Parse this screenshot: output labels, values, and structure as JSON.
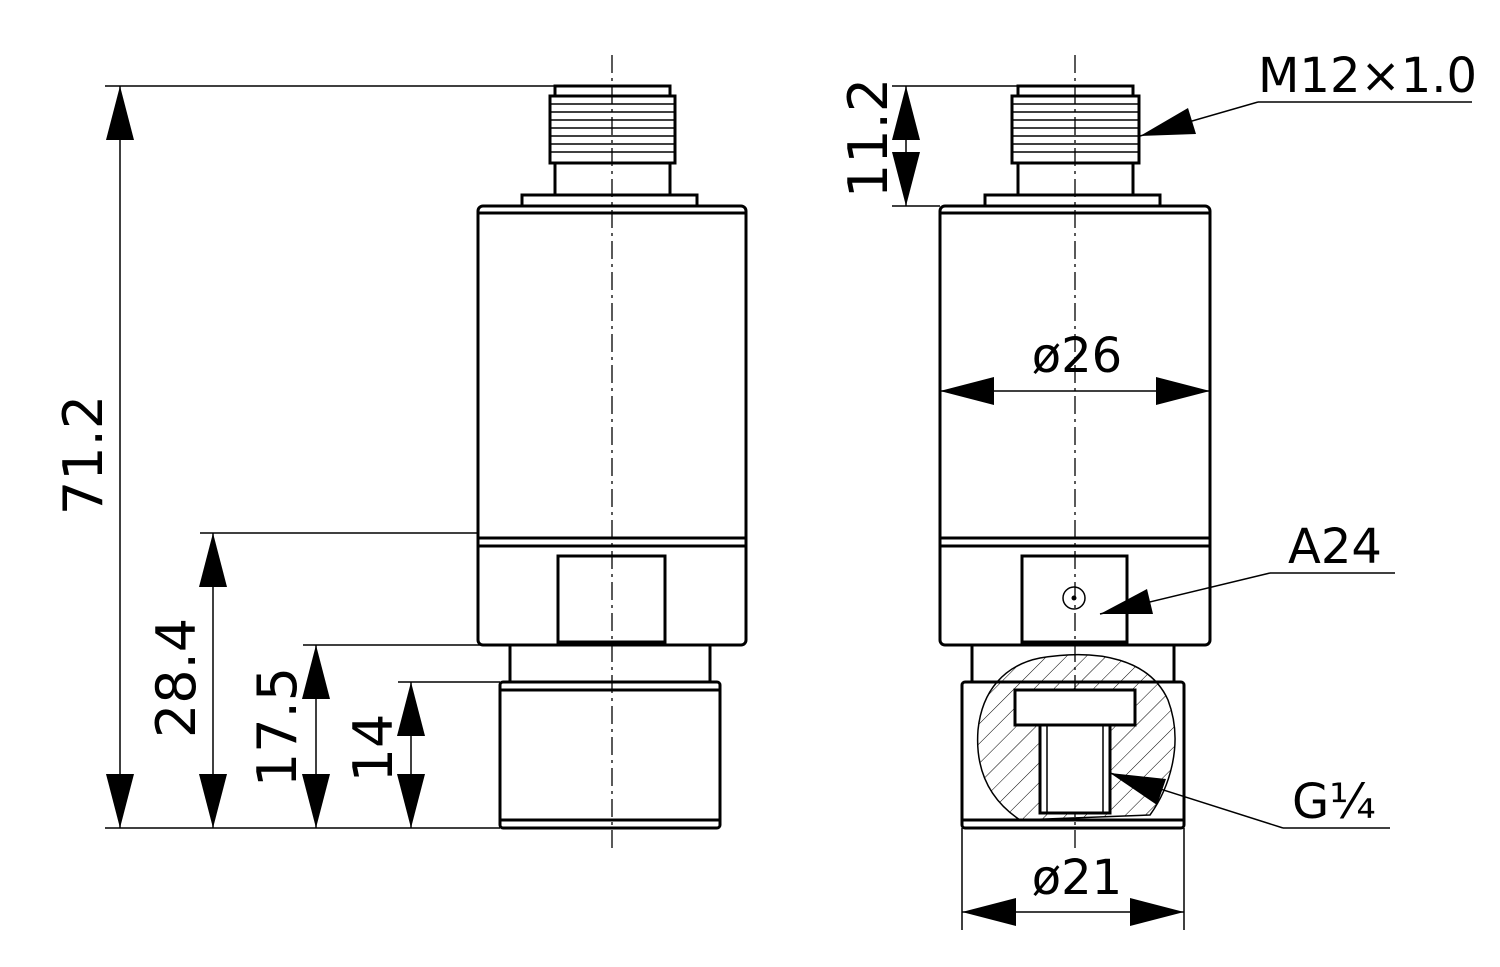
{
  "colors": {
    "line": "#000000",
    "background": "#ffffff"
  },
  "left_view": {
    "dim_overall_height": "71.2",
    "dim_body_to_base": "28.4",
    "dim_nut_to_base": "17.5",
    "dim_thread_length": "14"
  },
  "right_view": {
    "dim_connector_height": "11.2",
    "callout_connector_thread": "M12×1.0",
    "dim_body_diameter": "ø26",
    "callout_wrench_size": "A24",
    "callout_process_thread": "G¼",
    "dim_base_diameter": "ø21"
  }
}
